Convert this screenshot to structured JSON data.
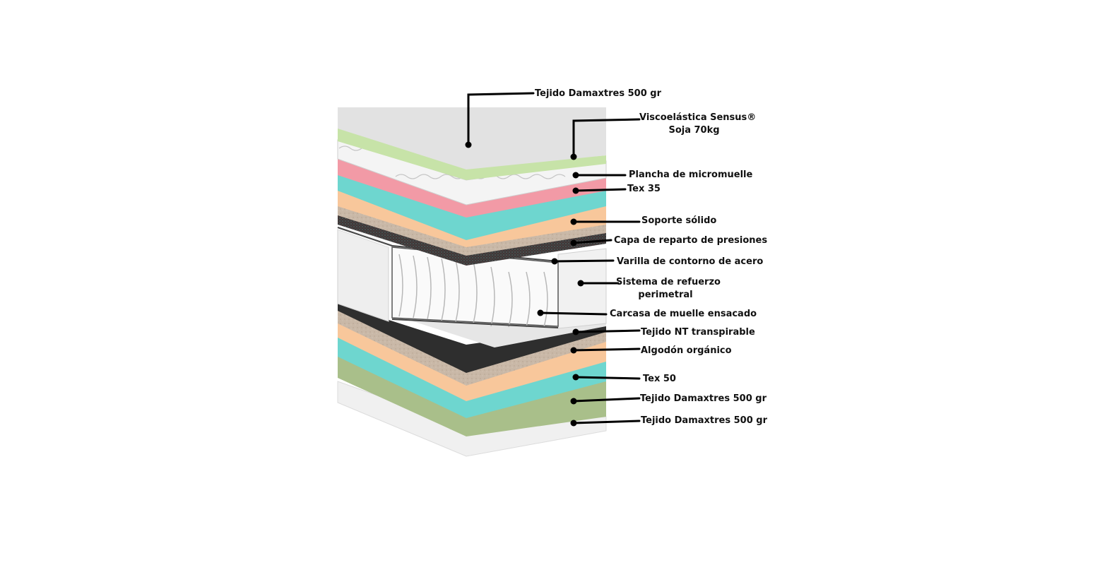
{
  "diagram": {
    "layers": [
      {
        "id": "top-fabric",
        "label": "Tejido Damaxtres 500 gr",
        "color": "#e3e3e3"
      },
      {
        "id": "visco",
        "label_lines": [
          "Viscoelástica Sensus®",
          "Soja 70kg"
        ],
        "color": "#c7e3a8"
      },
      {
        "id": "micro",
        "label": "Plancha de micromuelle",
        "color": "#f2f2f2"
      },
      {
        "id": "tex35",
        "label": "Tex 35",
        "color": "#f29aa6"
      },
      {
        "id": "soporte",
        "label": "Soporte sólido",
        "color": "#f8c79b"
      },
      {
        "id": "capa",
        "label": "Capa de reparto de presiones",
        "color": "#c9b8a7"
      },
      {
        "id": "varilla",
        "label": "Varilla de contorno de acero",
        "color": "#555555"
      },
      {
        "id": "refuerzo",
        "label_lines": [
          "Sistema de refuerzo",
          "perimetral"
        ],
        "color": "#f1f1f1"
      },
      {
        "id": "carcasa",
        "label": "Carcasa de muelle ensacado",
        "color": "#ffffff"
      },
      {
        "id": "nt",
        "label": "Tejido NT transpirable",
        "color": "#eeeeee"
      },
      {
        "id": "algodon",
        "label": "Algodón orgánico",
        "color": "#cbb9a6"
      },
      {
        "id": "tex50",
        "label": "Tex 50",
        "color": "#6ed6cf"
      },
      {
        "id": "bottom-fabric-1",
        "label": "Tejido Damaxtres 500 gr",
        "color": "#a9bf8a"
      },
      {
        "id": "bottom-fabric-2",
        "label": "Tejido Damaxtres 500 gr",
        "color": "#f0f0f0"
      }
    ],
    "colors": {
      "ink": "#000000",
      "teal": "#6ed6cf",
      "orange": "#f8c79b",
      "green_light": "#c7e3a8",
      "green_dark": "#a9bf8a",
      "pink": "#f29aa6",
      "beige": "#c9b8a7",
      "grey": "#e3e3e3"
    }
  }
}
